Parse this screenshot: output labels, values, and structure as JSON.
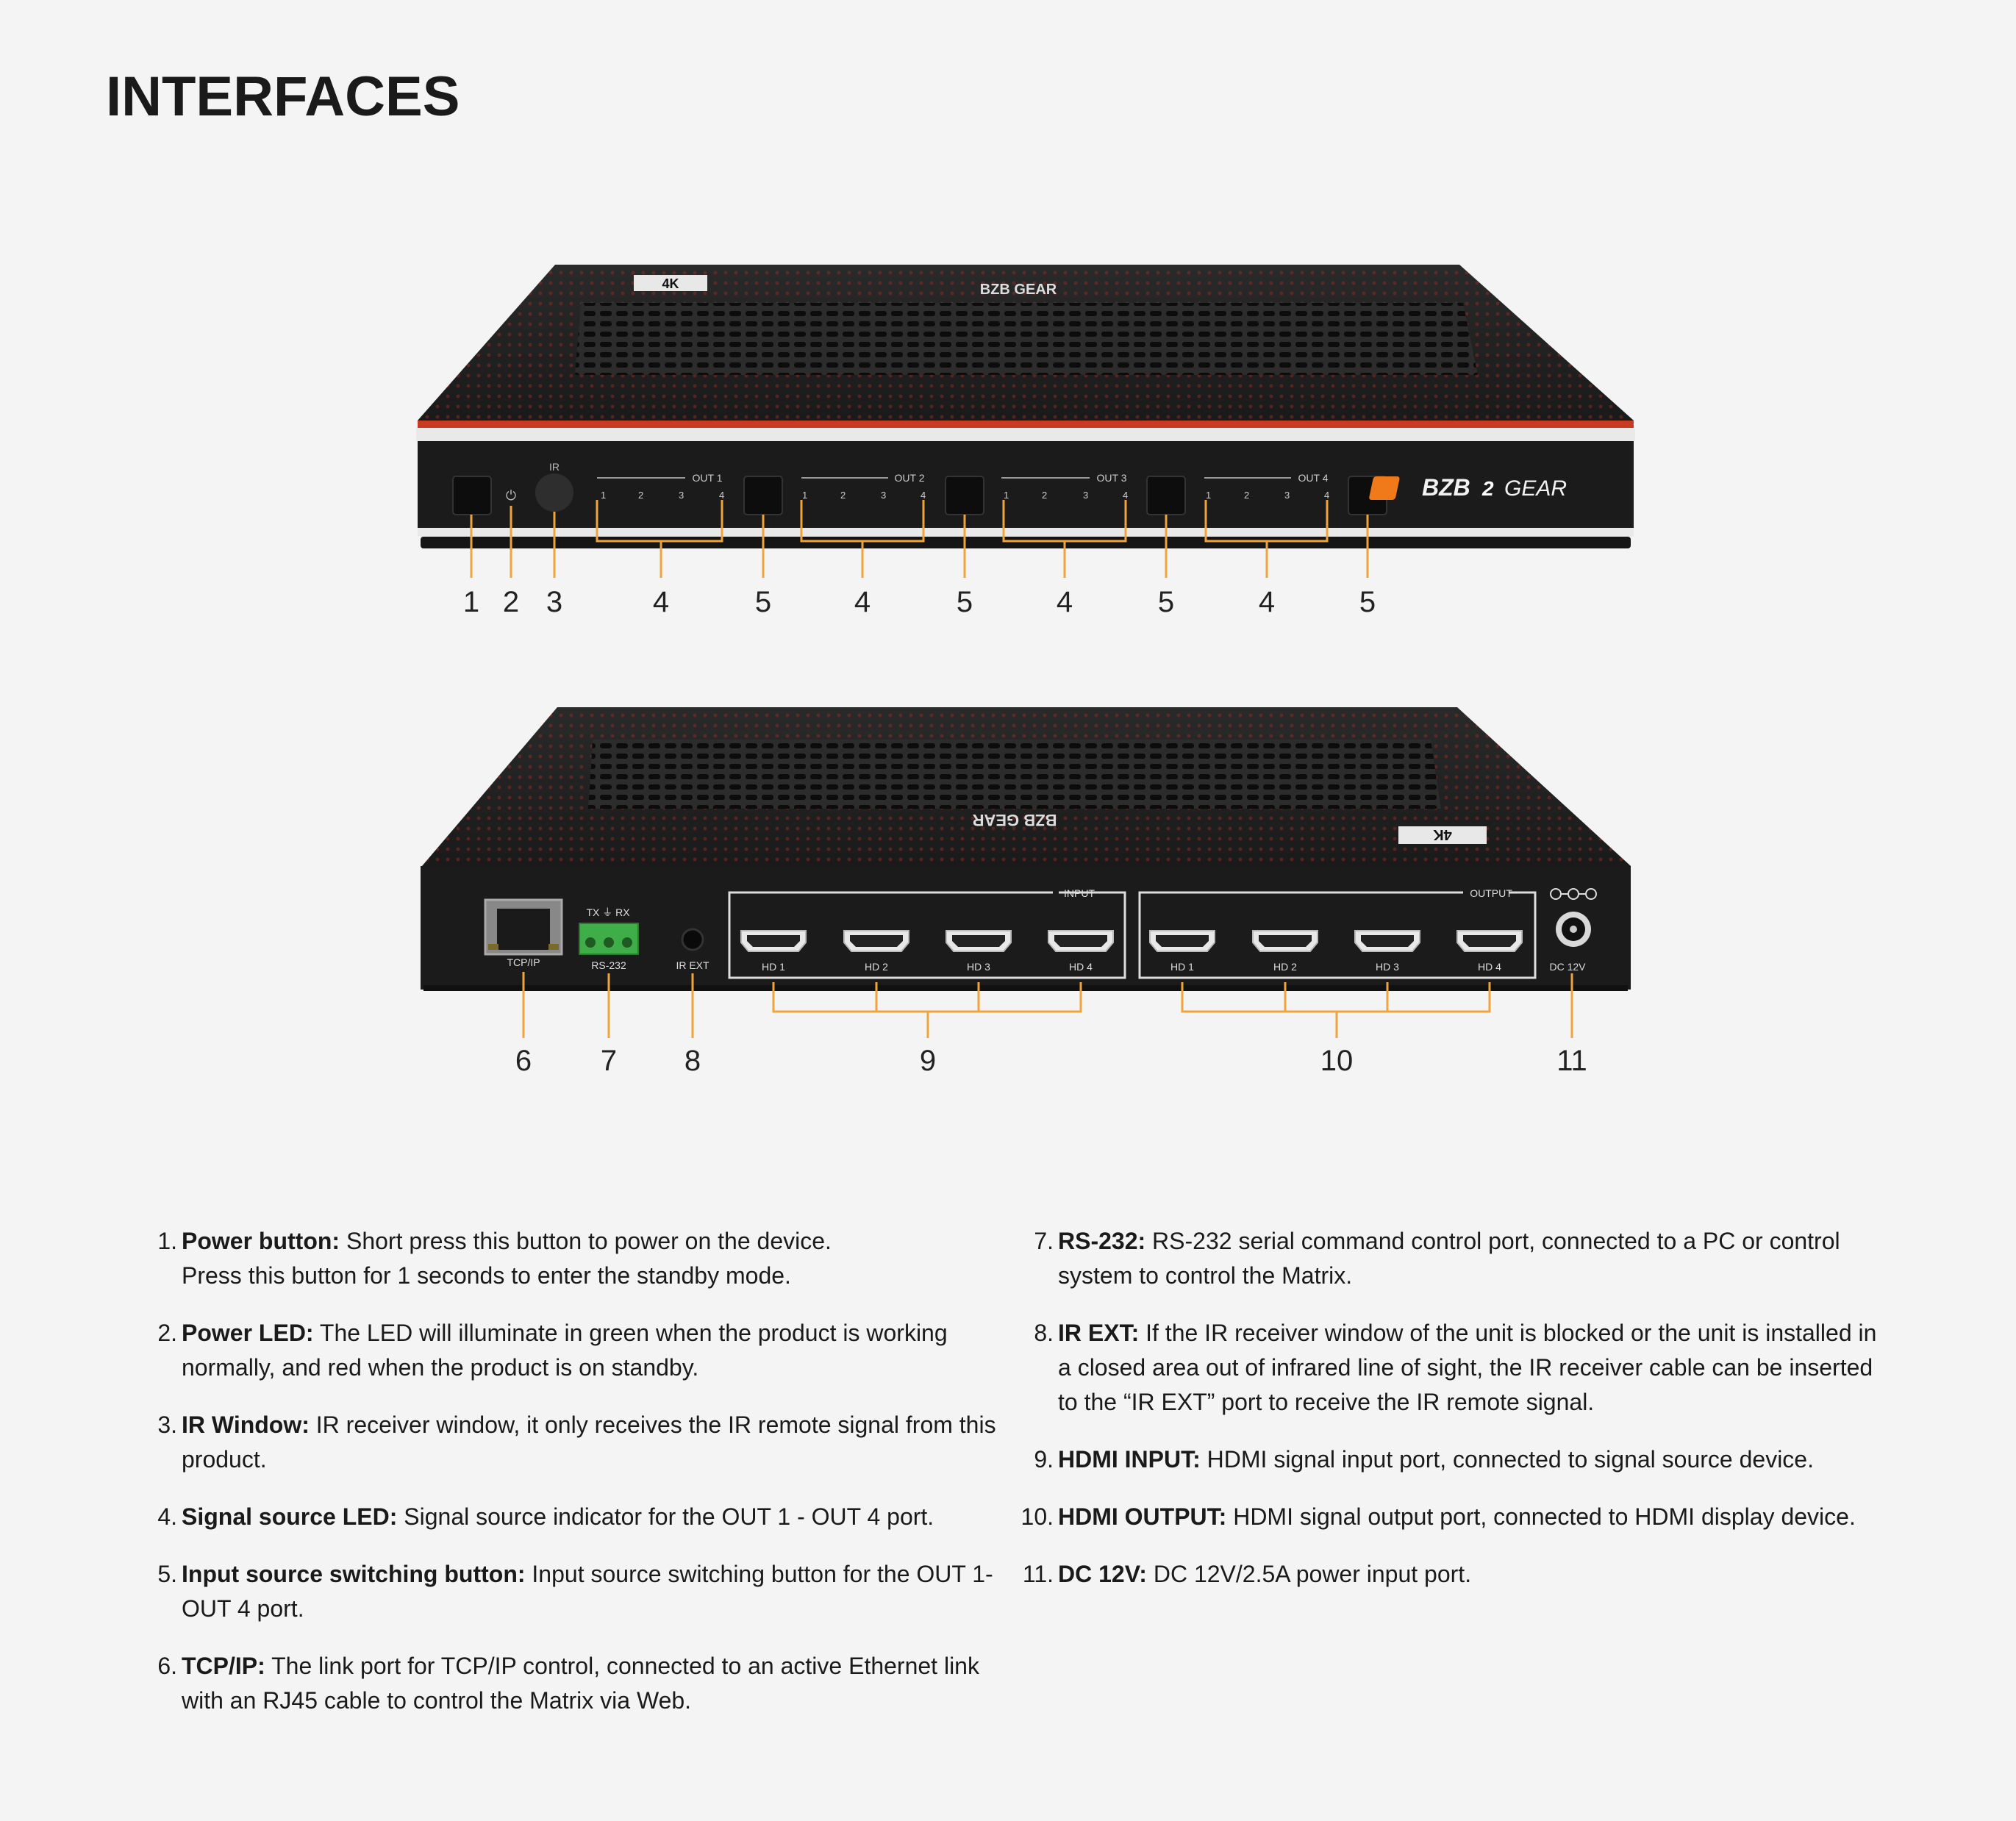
{
  "page": {
    "title": "INTERFACES"
  },
  "front_panel": {
    "brand": "BZB",
    "brand_mark": "2",
    "brand_suffix": "GEAR",
    "top_brand": "BZB GEAR",
    "badge": "4K",
    "ir_label": "IR",
    "groups": [
      {
        "label": "OUT 1",
        "ticks": [
          "1",
          "2",
          "3",
          "4"
        ]
      },
      {
        "label": "OUT 2",
        "ticks": [
          "1",
          "2",
          "3",
          "4"
        ]
      },
      {
        "label": "OUT 3",
        "ticks": [
          "1",
          "2",
          "3",
          "4"
        ]
      },
      {
        "label": "OUT 4",
        "ticks": [
          "1",
          "2",
          "3",
          "4"
        ]
      }
    ],
    "callouts": [
      "1",
      "2",
      "3",
      "4",
      "5",
      "4",
      "5",
      "4",
      "5",
      "4",
      "5"
    ]
  },
  "rear_panel": {
    "top_brand": "BZB GEAR",
    "badge": "4K",
    "tcpip_label": "TCP/IP",
    "rs232_top": "TX ⏚ RX",
    "rs232_label": "RS-232",
    "irext_label": "IR EXT",
    "input_label": "INPUT",
    "output_label": "OUTPUT",
    "input_ports": [
      "HD 1",
      "HD 2",
      "HD 3",
      "HD 4"
    ],
    "output_ports": [
      "HD 1",
      "HD 2",
      "HD 3",
      "HD 4"
    ],
    "dc_label": "DC 12V",
    "callouts": [
      "6",
      "7",
      "8",
      "9",
      "10",
      "11"
    ]
  },
  "legend_left": [
    {
      "num": "1.",
      "term": "Power button:",
      "text": "Short press this button to power on the device.",
      "text2": "Press this button for 1 seconds to enter the standby mode."
    },
    {
      "num": "2.",
      "term": "Power LED:",
      "text": "The LED will illuminate in green when the product is working normally, and red when the product is on standby."
    },
    {
      "num": "3.",
      "term": "IR Window:",
      "text": "IR receiver window, it only receives the IR remote signal from this product."
    },
    {
      "num": "4.",
      "term": "Signal source LED:",
      "text": "Signal source indicator for the OUT 1 - OUT 4 port."
    },
    {
      "num": "5.",
      "term": "Input source switching button:",
      "text": "Input source switching button for the OUT 1- OUT 4 port."
    },
    {
      "num": "6.",
      "term": "TCP/IP:",
      "text": "The link port for TCP/IP control, connected to an active Ethernet link with an RJ45 cable to control the Matrix via Web."
    }
  ],
  "legend_right": [
    {
      "num": "7.",
      "term": "RS-232:",
      "text": "RS-232 serial command control port, connected to a PC or control system to control the Matrix."
    },
    {
      "num": "8.",
      "term": "IR EXT:",
      "text": "If the IR receiver window of the unit is blocked or the unit is installed in a closed area out of infrared line of sight, the IR receiver cable can be inserted to the “IR EXT” port to receive the IR remote signal."
    },
    {
      "num": "9.",
      "term": "HDMI INPUT:",
      "text": "HDMI signal input port, connected to signal source device."
    },
    {
      "num": "10.",
      "term": "HDMI OUTPUT:",
      "text": "HDMI signal output port, connected to HDMI display device."
    },
    {
      "num": "11.",
      "term": "DC 12V:",
      "text": "DC 12V/2.5A power input port."
    }
  ],
  "colors": {
    "callout": "#f0a53c",
    "chassis": "#1c1c1c",
    "accent": "#e04a2a",
    "brand_orange": "#f07a1a"
  }
}
